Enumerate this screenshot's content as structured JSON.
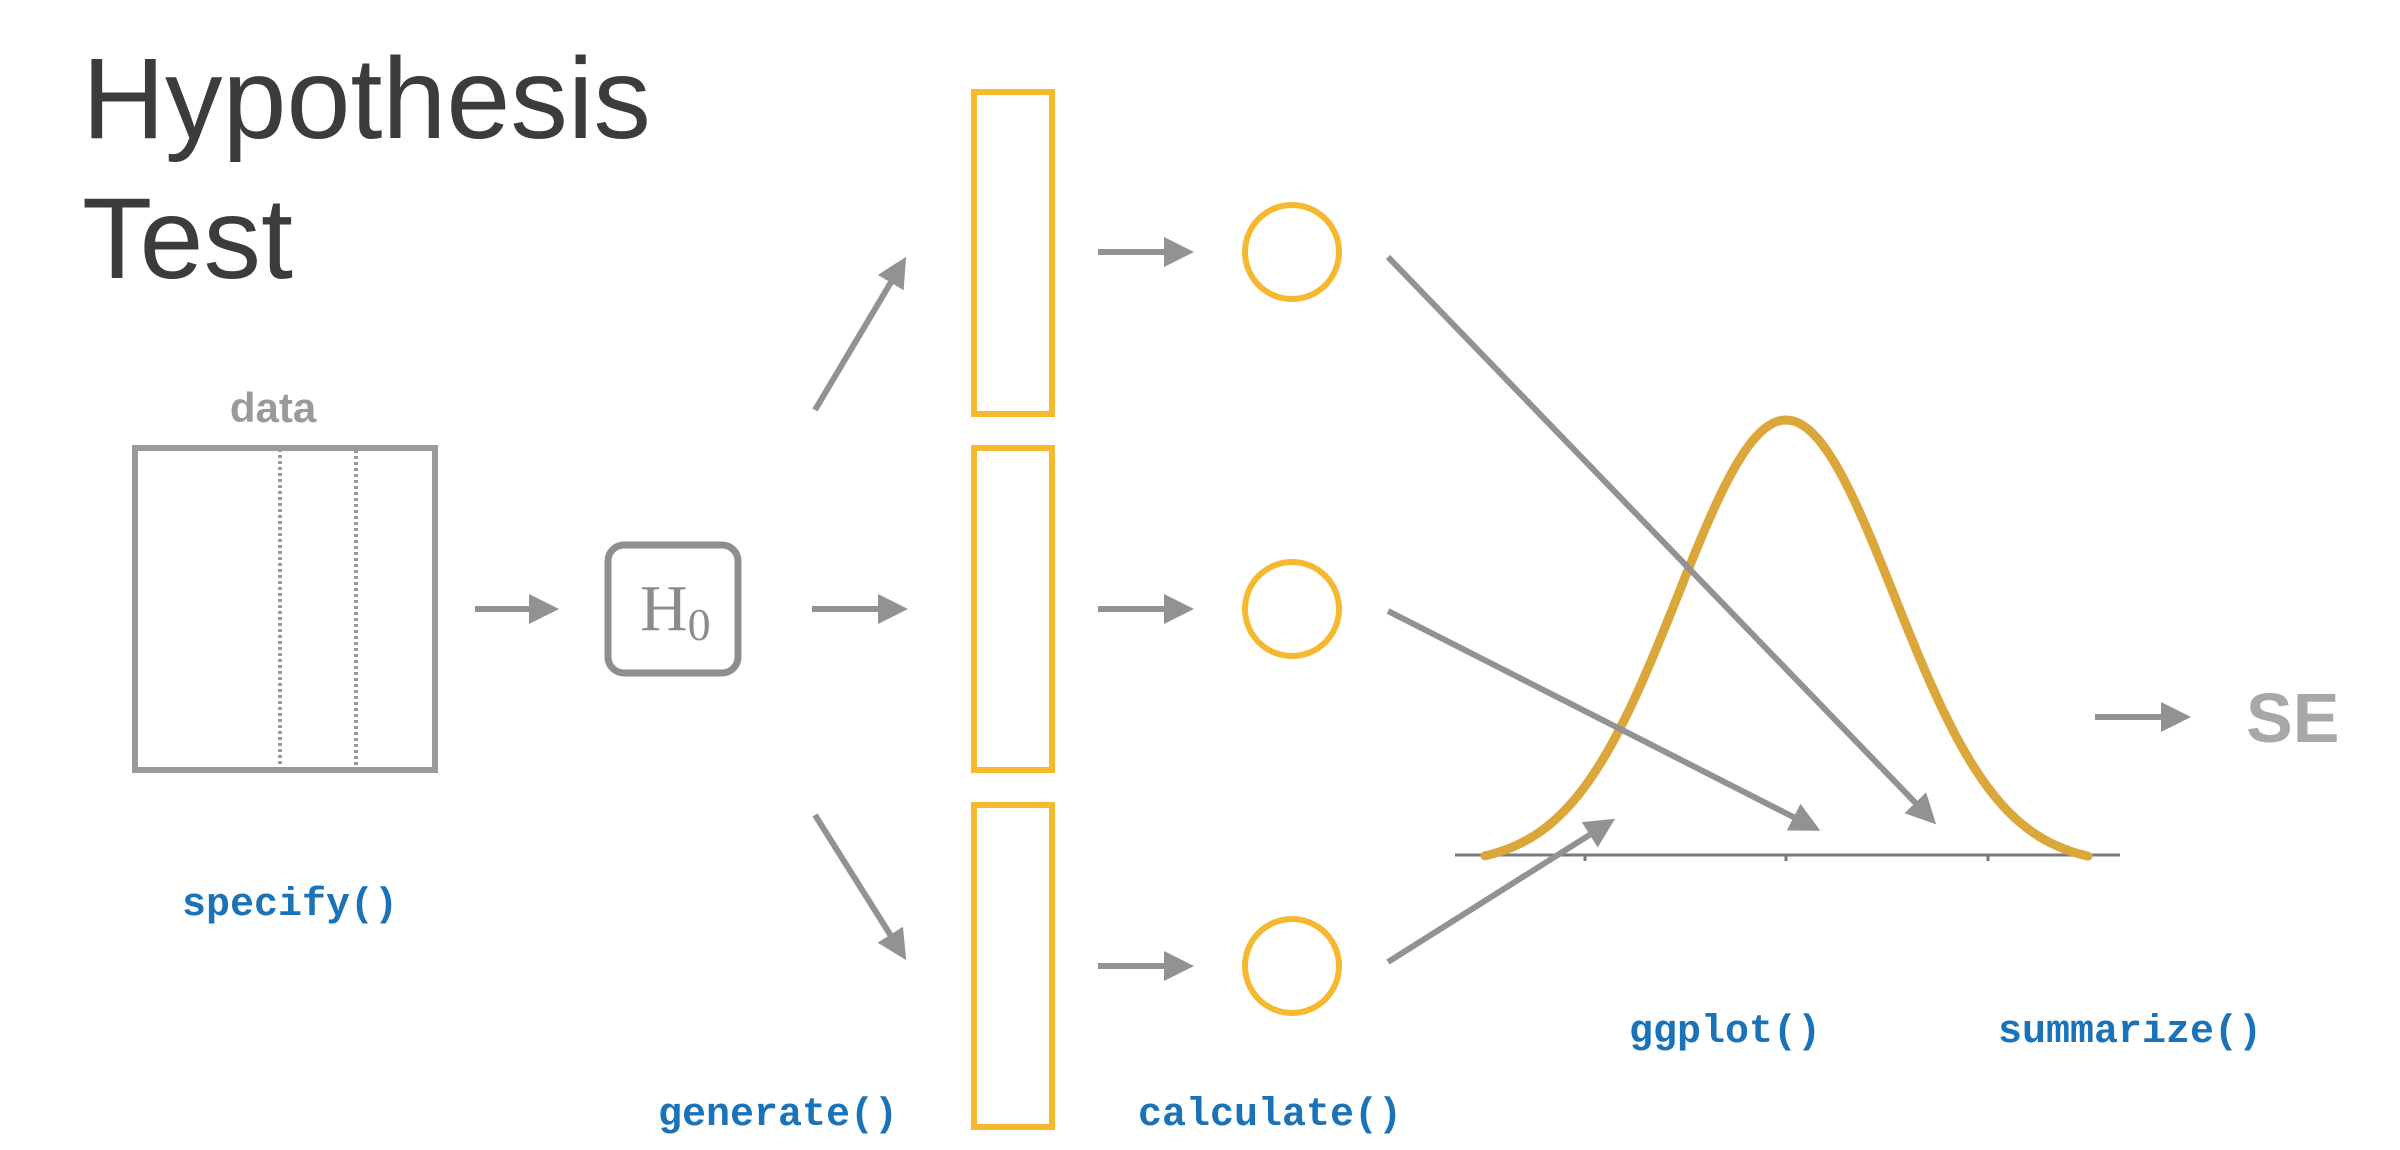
{
  "title": {
    "line1": "Hypothesis",
    "line2": "Test"
  },
  "data_label": "data",
  "hypothesis": {
    "main": "H",
    "sub": "0"
  },
  "functions": {
    "specify": "specify()",
    "generate": "generate()",
    "calculate": "calculate()",
    "ggplot": "ggplot()",
    "summarize": "summarize()"
  },
  "result_label": "SE",
  "colors": {
    "sample_box": "#f5b82e",
    "curve": "#dba73a",
    "function_text": "#1a73b8",
    "arrow": "#929292"
  }
}
